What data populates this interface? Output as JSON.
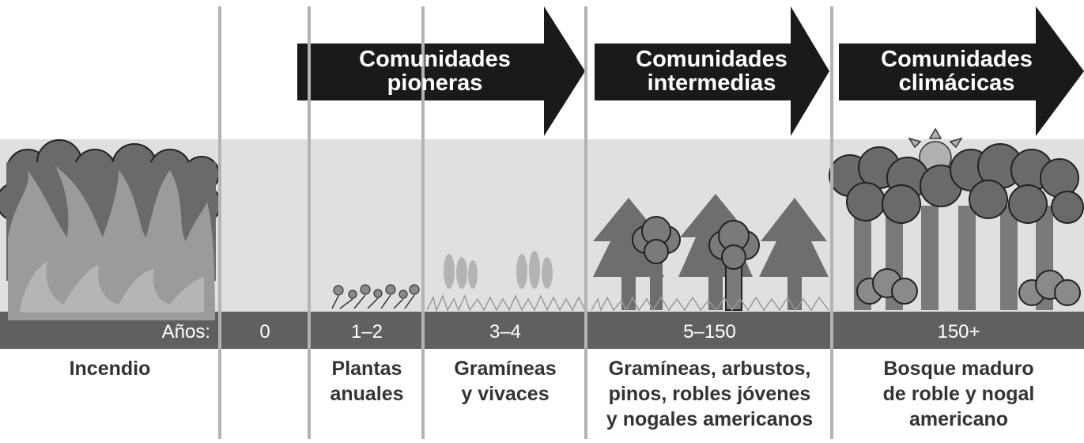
{
  "arrows": [
    {
      "line1": "Comunidades",
      "line2": "pioneras"
    },
    {
      "line1": "Comunidades",
      "line2": "intermedias"
    },
    {
      "line1": "Comunidades",
      "line2": "climácicas"
    }
  ],
  "years": {
    "label": "Años:",
    "values": [
      "0",
      "1–2",
      "3–4",
      "5–150",
      "150+"
    ]
  },
  "stages": [
    {
      "lines": [
        "Incendio"
      ]
    },
    {
      "lines": [
        "Plantas",
        "anuales"
      ]
    },
    {
      "lines": [
        "Gramíneas",
        "y vivaces"
      ]
    },
    {
      "lines": [
        "Gramíneas, arbustos,",
        "pinos, robles jóvenes",
        "y nogales americanos"
      ]
    },
    {
      "lines": [
        "Bosque maduro",
        "de roble y nogal",
        "americano"
      ]
    }
  ],
  "colors": {
    "background_band": "#e0e0e0",
    "ground": "#606060",
    "arrow": "#1a1a1a",
    "tree": "#6e6e6e",
    "divider": "#b3b3b3",
    "text": "#333333"
  }
}
